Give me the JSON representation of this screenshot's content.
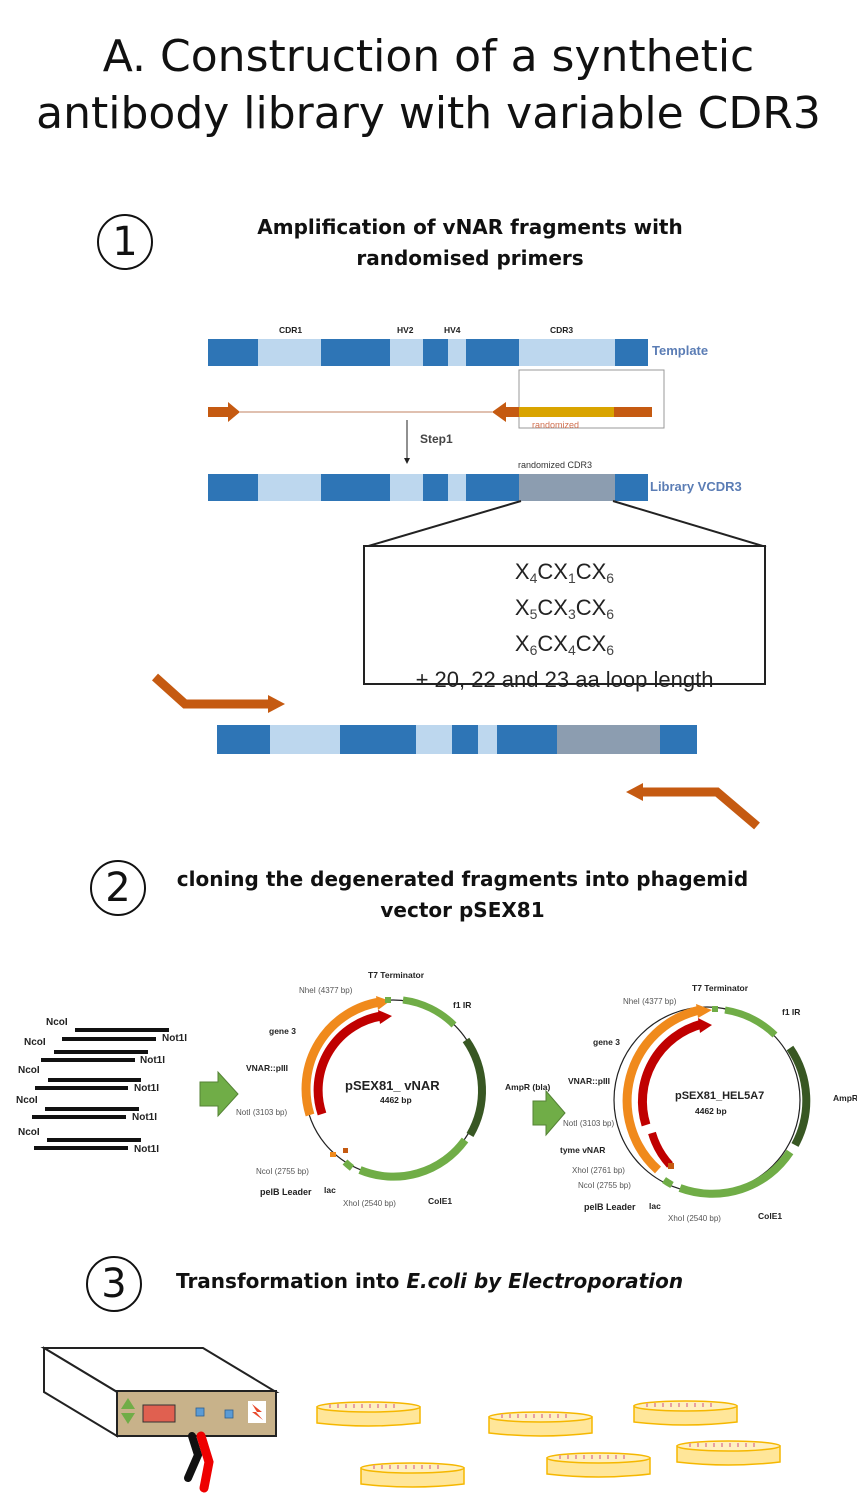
{
  "title": {
    "line1": "A. Construction of a synthetic",
    "line2": "antibody library with variable CDR3"
  },
  "step1": {
    "number": "1",
    "heading_line1": "Amplification of vNAR fragments with",
    "heading_line2": "randomised primers",
    "regions": [
      "CDR1",
      "HV2",
      "HV4",
      "CDR3"
    ],
    "template_label": "Template",
    "randomized_label": "randomized",
    "step_label": "Step1",
    "randomized_cdr3_label": "randomized CDR3",
    "library_label": "Library VCDR3",
    "box": {
      "line1": {
        "a": "X",
        "a_sub": "4",
        "b": "CX",
        "b_sub": "1",
        "c": "CX",
        "c_sub": "6"
      },
      "line2": {
        "a": "X",
        "a_sub": "5",
        "b": "CX",
        "b_sub": "3",
        "c": "CX",
        "c_sub": "6"
      },
      "line3": {
        "a": "X",
        "a_sub": "6",
        "b": "CX",
        "b_sub": "4",
        "c": "CX",
        "c_sub": "6"
      },
      "line4": "+ 20, 22 and 23 aa loop length"
    }
  },
  "step2": {
    "number": "2",
    "heading_line1": "cloning the degenerated fragments into phagemid",
    "heading_line2": "vector pSEX81",
    "fragment_left_label": "NcoI",
    "fragment_right_label": "Not1I",
    "plasmid1": {
      "name": "pSEX81_ vNAR",
      "size": "4462 bp",
      "labels": {
        "t7": "T7 Terminator",
        "nhei": "NheI (4377 bp)",
        "f1": "f1 IR",
        "gene3": "gene 3",
        "vnar": "VNAR::pIII",
        "amp": "AmpR (bla)",
        "noti": "NotI (3103 bp)",
        "ncoi": "NcoI (2755 bp)",
        "pelb": "pelB Leader",
        "lac": "lac",
        "xhoi": "XhoI (2540 bp)",
        "cole1": "ColE1"
      }
    },
    "plasmid2": {
      "name": "pSEX81_HEL5A7",
      "size": "4462 bp",
      "labels": {
        "t7": "T7 Terminator",
        "nhei": "NheI (4377 bp)",
        "f1": "f1 IR",
        "gene3": "gene 3",
        "vnar": "VNAR::pIII",
        "amp": "AmpR",
        "noti": "NotI (3103 bp)",
        "tyme": "tyme vNAR",
        "xhoi2": "XhoI (2761 bp)",
        "ncoi": "NcoI (2755 bp)",
        "pelb": "pelB Leader",
        "lac": "lac",
        "xhoi": "XhoI (2540 bp)",
        "cole1": "ColE1"
      }
    }
  },
  "step3": {
    "number": "3",
    "heading_plain": "Transformation into ",
    "heading_italic": "E.coli by Electroporation"
  },
  "colors": {
    "dark_blue": "#2e75b6",
    "light_blue": "#bdd7ee",
    "grey_cdr3": "#8c9db0",
    "primer_orange": "#c55a11",
    "gene3_orange": "#f08a1c",
    "vnar_red": "#c00000",
    "green_light": "#70ad47",
    "green_dark": "#385723",
    "plate_yellow": "#ffe699",
    "plate_border": "#f5b700"
  }
}
